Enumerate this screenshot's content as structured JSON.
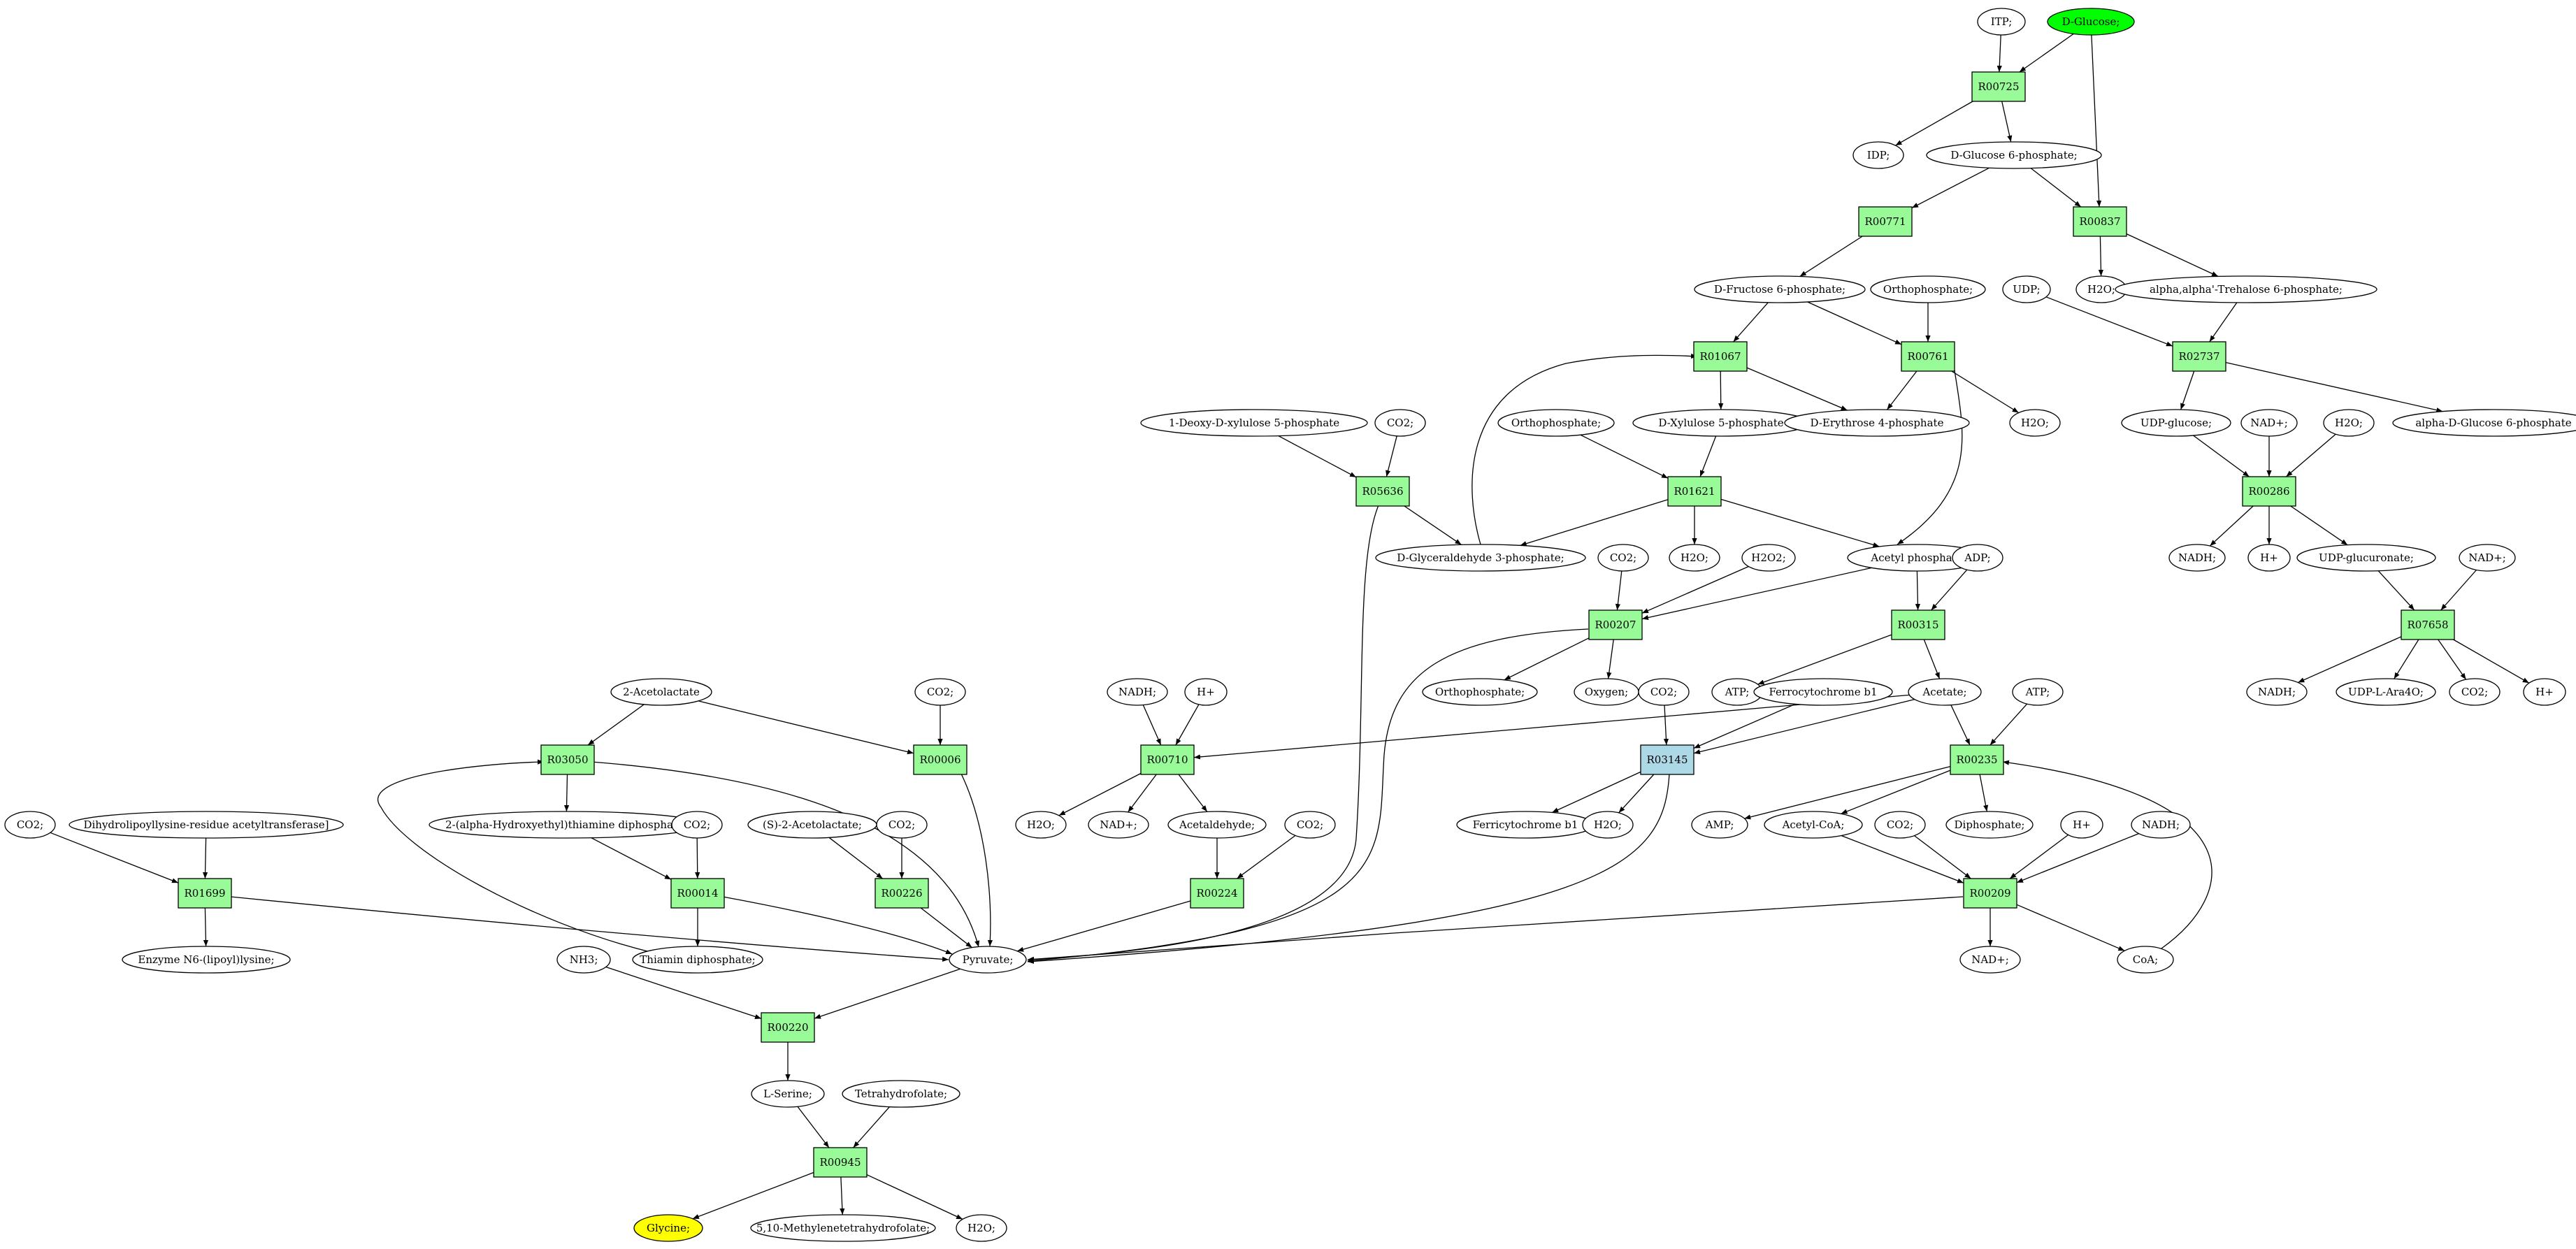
{
  "colors": {
    "edge": "#000000",
    "metabolite_fill": "#ffffff",
    "reaction_fill": "#98fb98",
    "reaction_special_fill": "#add8e6",
    "start_fill": "#00ff00",
    "target_fill": "#ffff00"
  },
  "nodes": [
    {
      "id": "m_itp",
      "label": "ITP;",
      "kind": "metabolite"
    },
    {
      "id": "m_dglucose",
      "label": "D-Glucose;",
      "kind": "start"
    },
    {
      "id": "r00725",
      "label": "R00725",
      "kind": "reaction"
    },
    {
      "id": "m_idp",
      "label": "IDP;",
      "kind": "metabolite"
    },
    {
      "id": "m_g6p",
      "label": "D-Glucose 6-phosphate;",
      "kind": "metabolite"
    },
    {
      "id": "r00771",
      "label": "R00771",
      "kind": "reaction"
    },
    {
      "id": "r00837",
      "label": "R00837",
      "kind": "reaction"
    },
    {
      "id": "m_f6p",
      "label": "D-Fructose 6-phosphate;",
      "kind": "metabolite"
    },
    {
      "id": "m_orthop1",
      "label": "Orthophosphate;",
      "kind": "metabolite"
    },
    {
      "id": "m_udp",
      "label": "UDP;",
      "kind": "metabolite"
    },
    {
      "id": "m_h2o_837",
      "label": "H2O;",
      "kind": "metabolite"
    },
    {
      "id": "m_trehalose6p",
      "label": "alpha,alpha'-Trehalose 6-phosphate;",
      "kind": "metabolite"
    },
    {
      "id": "r01067",
      "label": "R01067",
      "kind": "reaction"
    },
    {
      "id": "r00761",
      "label": "R00761",
      "kind": "reaction"
    },
    {
      "id": "r02737",
      "label": "R02737",
      "kind": "reaction"
    },
    {
      "id": "m_dxp",
      "label": "1-Deoxy-D-xylulose 5-phosphate",
      "kind": "metabolite"
    },
    {
      "id": "m_co2_5636",
      "label": "CO2;",
      "kind": "metabolite"
    },
    {
      "id": "m_orthop2",
      "label": "Orthophosphate;",
      "kind": "metabolite"
    },
    {
      "id": "m_x5p",
      "label": "D-Xylulose 5-phosphate",
      "kind": "metabolite"
    },
    {
      "id": "m_e4p",
      "label": "D-Erythrose 4-phosphate",
      "kind": "metabolite"
    },
    {
      "id": "m_h2o_761",
      "label": "H2O;",
      "kind": "metabolite"
    },
    {
      "id": "m_udpglc",
      "label": "UDP-glucose;",
      "kind": "metabolite"
    },
    {
      "id": "m_nad_286",
      "label": "NAD+;",
      "kind": "metabolite"
    },
    {
      "id": "m_h2o_286",
      "label": "H2O;",
      "kind": "metabolite"
    },
    {
      "id": "m_g6p_alpha",
      "label": "alpha-D-Glucose 6-phosphate",
      "kind": "metabolite"
    },
    {
      "id": "r05636",
      "label": "R05636",
      "kind": "reaction"
    },
    {
      "id": "r01621",
      "label": "R01621",
      "kind": "reaction"
    },
    {
      "id": "r00286",
      "label": "R00286",
      "kind": "reaction"
    },
    {
      "id": "m_gap",
      "label": "D-Glyceraldehyde 3-phosphate;",
      "kind": "metabolite"
    },
    {
      "id": "m_h2o_1621",
      "label": "H2O;",
      "kind": "metabolite"
    },
    {
      "id": "m_acp",
      "label": "Acetyl phosphate",
      "kind": "metabolite"
    },
    {
      "id": "m_nadh_286",
      "label": "NADH;",
      "kind": "metabolite"
    },
    {
      "id": "m_h_286",
      "label": "H+",
      "kind": "metabolite"
    },
    {
      "id": "m_udpgluc",
      "label": "UDP-glucuronate;",
      "kind": "metabolite"
    },
    {
      "id": "m_nad_7658",
      "label": "NAD+;",
      "kind": "metabolite"
    },
    {
      "id": "m_co2_207",
      "label": "CO2;",
      "kind": "metabolite"
    },
    {
      "id": "m_h2o2",
      "label": "H2O2;",
      "kind": "metabolite"
    },
    {
      "id": "m_adp",
      "label": "ADP;",
      "kind": "metabolite"
    },
    {
      "id": "r00207",
      "label": "R00207",
      "kind": "reaction"
    },
    {
      "id": "r00315",
      "label": "R00315",
      "kind": "reaction"
    },
    {
      "id": "r07658",
      "label": "R07658",
      "kind": "reaction"
    },
    {
      "id": "m_orthop3",
      "label": "Orthophosphate;",
      "kind": "metabolite"
    },
    {
      "id": "m_oxygen",
      "label": "Oxygen;",
      "kind": "metabolite"
    },
    {
      "id": "m_atp_315",
      "label": "ATP;",
      "kind": "metabolite"
    },
    {
      "id": "m_acetate",
      "label": "Acetate;",
      "kind": "metabolite"
    },
    {
      "id": "m_nadh_7658",
      "label": "NADH;",
      "kind": "metabolite"
    },
    {
      "id": "m_udpara",
      "label": "UDP-L-Ara4O;",
      "kind": "metabolite"
    },
    {
      "id": "m_co2_7658",
      "label": "CO2;",
      "kind": "metabolite"
    },
    {
      "id": "m_h_7658",
      "label": "H+",
      "kind": "metabolite"
    },
    {
      "id": "m_acetolactate",
      "label": "2-Acetolactate",
      "kind": "metabolite"
    },
    {
      "id": "m_co2_6",
      "label": "CO2;",
      "kind": "metabolite"
    },
    {
      "id": "m_nadh_710",
      "label": "NADH;",
      "kind": "metabolite"
    },
    {
      "id": "m_h_710",
      "label": "H+",
      "kind": "metabolite"
    },
    {
      "id": "m_co2_3145",
      "label": "CO2;",
      "kind": "metabolite"
    },
    {
      "id": "m_ferrocyt",
      "label": "Ferrocytochrome b1",
      "kind": "metabolite"
    },
    {
      "id": "m_atp_235",
      "label": "ATP;",
      "kind": "metabolite"
    },
    {
      "id": "r03050",
      "label": "R03050",
      "kind": "reaction"
    },
    {
      "id": "r00006",
      "label": "R00006",
      "kind": "reaction"
    },
    {
      "id": "r00710",
      "label": "R00710",
      "kind": "reaction"
    },
    {
      "id": "r03145",
      "label": "R03145",
      "kind": "reaction_special"
    },
    {
      "id": "r00235",
      "label": "R00235",
      "kind": "reaction"
    },
    {
      "id": "m_co2_1699",
      "label": "CO2;",
      "kind": "metabolite"
    },
    {
      "id": "m_dihydro",
      "label": "Dihydrolipoyllysine-residue acetyltransferase]",
      "kind": "metabolite"
    },
    {
      "id": "m_hethtpp",
      "label": "2-(alpha-Hydroxyethyl)thiamine diphosphate;",
      "kind": "metabolite"
    },
    {
      "id": "m_co2_14",
      "label": "CO2;",
      "kind": "metabolite"
    },
    {
      "id": "m_sacetolactate",
      "label": "(S)-2-Acetolactate;",
      "kind": "metabolite"
    },
    {
      "id": "m_co2_226",
      "label": "CO2;",
      "kind": "metabolite"
    },
    {
      "id": "m_h2o_710",
      "label": "H2O;",
      "kind": "metabolite"
    },
    {
      "id": "m_nad_710",
      "label": "NAD+;",
      "kind": "metabolite"
    },
    {
      "id": "m_acetaldehyde",
      "label": "Acetaldehyde;",
      "kind": "metabolite"
    },
    {
      "id": "m_co2_224",
      "label": "CO2;",
      "kind": "metabolite"
    },
    {
      "id": "m_ferricyt",
      "label": "Ferricytochrome b1",
      "kind": "metabolite"
    },
    {
      "id": "m_h2o_3145",
      "label": "H2O;",
      "kind": "metabolite"
    },
    {
      "id": "m_amp",
      "label": "AMP;",
      "kind": "metabolite"
    },
    {
      "id": "m_acetylcoa",
      "label": "Acetyl-CoA;",
      "kind": "metabolite"
    },
    {
      "id": "m_co2_209",
      "label": "CO2;",
      "kind": "metabolite"
    },
    {
      "id": "m_diphosphate",
      "label": "Diphosphate;",
      "kind": "metabolite"
    },
    {
      "id": "m_h_209",
      "label": "H+",
      "kind": "metabolite"
    },
    {
      "id": "m_nadh_209",
      "label": "NADH;",
      "kind": "metabolite"
    },
    {
      "id": "r01699",
      "label": "R01699",
      "kind": "reaction"
    },
    {
      "id": "r00014",
      "label": "R00014",
      "kind": "reaction"
    },
    {
      "id": "r00226",
      "label": "R00226",
      "kind": "reaction"
    },
    {
      "id": "r00224",
      "label": "R00224",
      "kind": "reaction"
    },
    {
      "id": "r00209",
      "label": "R00209",
      "kind": "reaction"
    },
    {
      "id": "m_enzyme",
      "label": "Enzyme N6-(lipoyl)lysine;",
      "kind": "metabolite"
    },
    {
      "id": "m_nh3",
      "label": "NH3;",
      "kind": "metabolite"
    },
    {
      "id": "m_tpp",
      "label": "Thiamin diphosphate;",
      "kind": "metabolite"
    },
    {
      "id": "m_pyruvate",
      "label": "Pyruvate;",
      "kind": "metabolite"
    },
    {
      "id": "m_nad_209",
      "label": "NAD+;",
      "kind": "metabolite"
    },
    {
      "id": "m_coa",
      "label": "CoA;",
      "kind": "metabolite"
    },
    {
      "id": "r00220",
      "label": "R00220",
      "kind": "reaction"
    },
    {
      "id": "m_serine",
      "label": "L-Serine;",
      "kind": "metabolite"
    },
    {
      "id": "m_thf",
      "label": "Tetrahydrofolate;",
      "kind": "metabolite"
    },
    {
      "id": "r00945",
      "label": "R00945",
      "kind": "reaction"
    },
    {
      "id": "m_glycine",
      "label": "Glycine;",
      "kind": "target"
    },
    {
      "id": "m_methylene",
      "label": "5,10-Methylenetetrahydrofolate;",
      "kind": "metabolite"
    },
    {
      "id": "m_h2o_945",
      "label": "H2O;",
      "kind": "metabolite"
    }
  ],
  "edges": [
    [
      "m_itp",
      "r00725"
    ],
    [
      "m_dglucose",
      "r00725"
    ],
    [
      "m_dglucose",
      "r00837"
    ],
    [
      "r00725",
      "m_idp"
    ],
    [
      "r00725",
      "m_g6p"
    ],
    [
      "m_g6p",
      "r00771"
    ],
    [
      "m_g6p",
      "r00837"
    ],
    [
      "r00771",
      "m_f6p"
    ],
    [
      "r00837",
      "m_h2o_837"
    ],
    [
      "r00837",
      "m_trehalose6p"
    ],
    [
      "m_f6p",
      "r01067"
    ],
    [
      "m_f6p",
      "r00761"
    ],
    [
      "m_orthop1",
      "r00761"
    ],
    [
      "m_udp",
      "r02737"
    ],
    [
      "m_trehalose6p",
      "r02737"
    ],
    [
      "r01067",
      "m_x5p"
    ],
    [
      "r01067",
      "m_e4p"
    ],
    [
      "r00761",
      "m_e4p"
    ],
    [
      "r00761",
      "m_h2o_761"
    ],
    [
      "r00761",
      "m_acp"
    ],
    [
      "r02737",
      "m_udpglc"
    ],
    [
      "r02737",
      "m_g6p_alpha"
    ],
    [
      "m_dxp",
      "r05636"
    ],
    [
      "m_co2_5636",
      "r05636"
    ],
    [
      "m_orthop2",
      "r01621"
    ],
    [
      "m_x5p",
      "r01621"
    ],
    [
      "m_udpglc",
      "r00286"
    ],
    [
      "m_nad_286",
      "r00286"
    ],
    [
      "m_h2o_286",
      "r00286"
    ],
    [
      "r05636",
      "m_gap"
    ],
    [
      "r05636",
      "m_pyruvate"
    ],
    [
      "m_gap",
      "r01067"
    ],
    [
      "r01621",
      "m_gap"
    ],
    [
      "r01621",
      "m_h2o_1621"
    ],
    [
      "r01621",
      "m_acp"
    ],
    [
      "r00286",
      "m_nadh_286"
    ],
    [
      "r00286",
      "m_h_286"
    ],
    [
      "r00286",
      "m_udpgluc"
    ],
    [
      "m_udpgluc",
      "r07658"
    ],
    [
      "m_nad_7658",
      "r07658"
    ],
    [
      "m_co2_207",
      "r00207"
    ],
    [
      "m_h2o2",
      "r00207"
    ],
    [
      "m_acp",
      "r00207"
    ],
    [
      "m_acp",
      "r00315"
    ],
    [
      "m_adp",
      "r00315"
    ],
    [
      "r00207",
      "m_orthop3"
    ],
    [
      "r00207",
      "m_oxygen"
    ],
    [
      "r00207",
      "m_pyruvate"
    ],
    [
      "r00315",
      "m_atp_315"
    ],
    [
      "r00315",
      "m_acetate"
    ],
    [
      "r07658",
      "m_nadh_7658"
    ],
    [
      "r07658",
      "m_udpara"
    ],
    [
      "r07658",
      "m_co2_7658"
    ],
    [
      "r07658",
      "m_h_7658"
    ],
    [
      "m_acetolactate",
      "r03050"
    ],
    [
      "m_acetolactate",
      "r00006"
    ],
    [
      "m_co2_6",
      "r00006"
    ],
    [
      "m_nadh_710",
      "r00710"
    ],
    [
      "m_h_710",
      "r00710"
    ],
    [
      "m_acetate",
      "r00710"
    ],
    [
      "m_co2_3145",
      "r03145"
    ],
    [
      "m_ferrocyt",
      "r03145"
    ],
    [
      "m_acetate",
      "r03145"
    ],
    [
      "m_atp_235",
      "r00235"
    ],
    [
      "m_acetate",
      "r00235"
    ],
    [
      "r03050",
      "m_hethtpp"
    ],
    [
      "r03050",
      "m_pyruvate"
    ],
    [
      "r00006",
      "m_pyruvate"
    ],
    [
      "r00710",
      "m_h2o_710"
    ],
    [
      "r00710",
      "m_nad_710"
    ],
    [
      "r00710",
      "m_acetaldehyde"
    ],
    [
      "r03145",
      "m_ferricyt"
    ],
    [
      "r03145",
      "m_h2o_3145"
    ],
    [
      "r03145",
      "m_pyruvate"
    ],
    [
      "r00235",
      "m_amp"
    ],
    [
      "r00235",
      "m_acetylcoa"
    ],
    [
      "r00235",
      "m_diphosphate"
    ],
    [
      "m_co2_1699",
      "r01699"
    ],
    [
      "m_dihydro",
      "r01699"
    ],
    [
      "m_hethtpp",
      "r00014"
    ],
    [
      "m_co2_14",
      "r00014"
    ],
    [
      "m_sacetolactate",
      "r00226"
    ],
    [
      "m_co2_226",
      "r00226"
    ],
    [
      "m_acetaldehyde",
      "r00224"
    ],
    [
      "m_co2_224",
      "r00224"
    ],
    [
      "m_acetylcoa",
      "r00209"
    ],
    [
      "m_co2_209",
      "r00209"
    ],
    [
      "m_h_209",
      "r00209"
    ],
    [
      "m_nadh_209",
      "r00209"
    ],
    [
      "r01699",
      "m_enzyme"
    ],
    [
      "r01699",
      "m_pyruvate"
    ],
    [
      "r00014",
      "m_tpp"
    ],
    [
      "r00014",
      "m_pyruvate"
    ],
    [
      "r00226",
      "m_pyruvate"
    ],
    [
      "r00224",
      "m_pyruvate"
    ],
    [
      "r00209",
      "m_nad_209"
    ],
    [
      "r00209",
      "m_coa"
    ],
    [
      "r00209",
      "m_pyruvate"
    ],
    [
      "m_coa",
      "r00235"
    ],
    [
      "m_tpp",
      "r03050"
    ],
    [
      "m_nh3",
      "r00220"
    ],
    [
      "m_pyruvate",
      "r00220"
    ],
    [
      "r00220",
      "m_serine"
    ],
    [
      "m_serine",
      "r00945"
    ],
    [
      "m_thf",
      "r00945"
    ],
    [
      "r00945",
      "m_glycine"
    ],
    [
      "r00945",
      "m_methylene"
    ],
    [
      "r00945",
      "m_h2o_945"
    ]
  ]
}
